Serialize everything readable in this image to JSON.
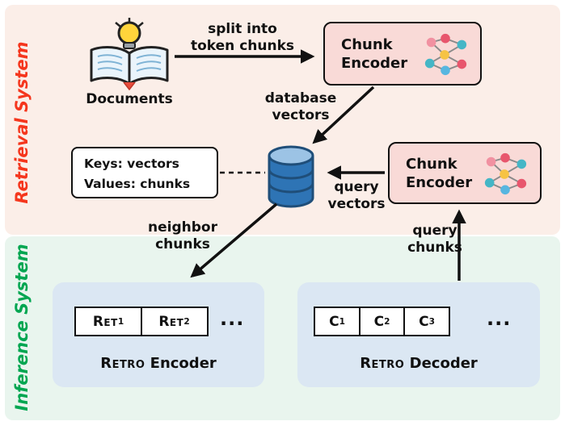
{
  "regions": {
    "retrieval": {
      "label": "Retrieval System",
      "color": "#f5361d"
    },
    "inference": {
      "label": "Inference System",
      "color": "#00a651"
    }
  },
  "documents": {
    "label": "Documents"
  },
  "encoder_top": {
    "line1": "Chunk",
    "line2": "Encoder"
  },
  "encoder_right": {
    "line1": "Chunk",
    "line2": "Encoder"
  },
  "kv_box": {
    "keys": "Keys: vectors",
    "values": "Values: chunks"
  },
  "edge_labels": {
    "split": {
      "line1": "split into",
      "line2": "token chunks"
    },
    "database_vectors": {
      "line1": "database",
      "line2": "vectors"
    },
    "query_vectors": {
      "line1": "query",
      "line2": "vectors"
    },
    "neighbor_chunks": {
      "line1": "neighbor",
      "line2": "chunks"
    },
    "query_chunks": {
      "line1": "query",
      "line2": "chunks"
    }
  },
  "retro_encoder": {
    "cells": [
      {
        "base": "Ret",
        "sub": "1"
      },
      {
        "base": "Ret",
        "sub": "2"
      }
    ],
    "ellipsis": "...",
    "title_word1": "Retro",
    "title_word2": "Encoder"
  },
  "retro_decoder": {
    "cells": [
      {
        "base": "C",
        "sub": "1"
      },
      {
        "base": "C",
        "sub": "2"
      },
      {
        "base": "C",
        "sub": "3"
      }
    ],
    "ellipsis": "...",
    "title_word1": "Retro",
    "title_word2": "Decoder"
  },
  "colors": {
    "band_retrieval": "#fbeee8",
    "band_inference": "#e9f5ee",
    "encoder_fill": "#f9dad7",
    "container_fill": "#dbe7f3",
    "database_blue": "#2e74b5",
    "database_top": "#9cc3e5",
    "database_outline": "#1f4e79"
  }
}
